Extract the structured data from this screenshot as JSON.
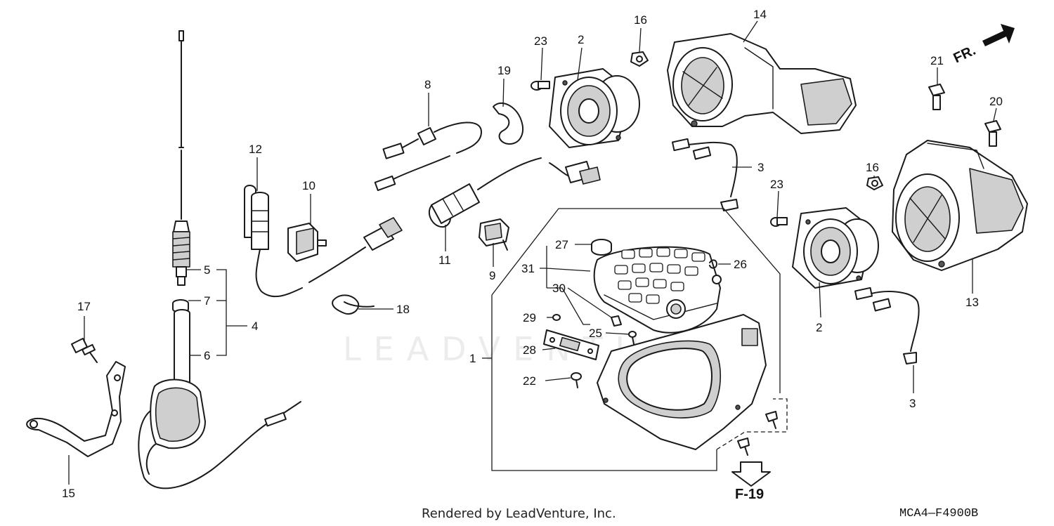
{
  "watermark": "LEADVENTURE",
  "footer": {
    "rendered_by": "Rendered by LeadVenture, Inc.",
    "diagram_code": "MCA4—F4900B"
  },
  "direction_marker": {
    "label": "FR."
  },
  "reference": {
    "label": "F-19"
  },
  "callouts": {
    "c1": "1",
    "c2a": "2",
    "c2b": "2",
    "c3a": "3",
    "c3b": "3",
    "c4": "4",
    "c5": "5",
    "c6": "6",
    "c7": "7",
    "c8": "8",
    "c9": "9",
    "c10": "10",
    "c11": "11",
    "c12": "12",
    "c13": "13",
    "c14": "14",
    "c15": "15",
    "c16a": "16",
    "c16b": "16",
    "c17": "17",
    "c18": "18",
    "c19": "19",
    "c20": "20",
    "c21": "21",
    "c22": "22",
    "c23a": "23",
    "c23b": "23",
    "c25": "25",
    "c26": "26",
    "c27": "27",
    "c28": "28",
    "c29": "29",
    "c30": "30",
    "c31": "31"
  },
  "colors": {
    "ink": "#1a1a1a",
    "paper": "#ffffff",
    "watermark": "#ececec"
  }
}
